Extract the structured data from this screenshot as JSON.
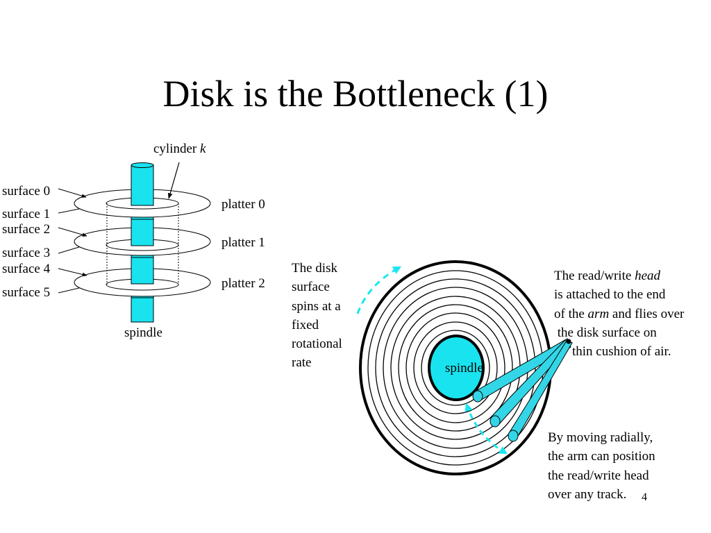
{
  "slide": {
    "title": "Disk is the Bottleneck (1)",
    "page_number": "4"
  },
  "left_diagram": {
    "cylinder_label": "cylinder ",
    "cylinder_var": "k",
    "surfaces": [
      "surface 0",
      "surface 1",
      "surface 2",
      "surface 3",
      "surface 4",
      "surface 5"
    ],
    "platters": [
      "platter 0",
      "platter 1",
      "platter 2"
    ],
    "spindle_label": "spindle"
  },
  "right_diagram": {
    "spin_text": [
      "The disk",
      "surface",
      "spins at a",
      "fixed",
      "rotational",
      "rate"
    ],
    "spindle_label": "spindle",
    "head_text": {
      "line1_pre": "The read/write ",
      "line1_em": "head",
      "line2": "is attached to the end",
      "line3_pre": "of the ",
      "line3_em": "arm",
      "line3_post": " and flies over",
      "line4": " the disk surface on",
      "line5": "thin cushion of air."
    },
    "radial_text": [
      "By moving radially,",
      "the arm can position",
      "the read/write head",
      "over any track."
    ]
  },
  "colors": {
    "spindle_fill": "#19e3ef",
    "arm_fill": "#33d6e6",
    "dashed_arrow": "#18e6f0",
    "line": "#000000"
  }
}
